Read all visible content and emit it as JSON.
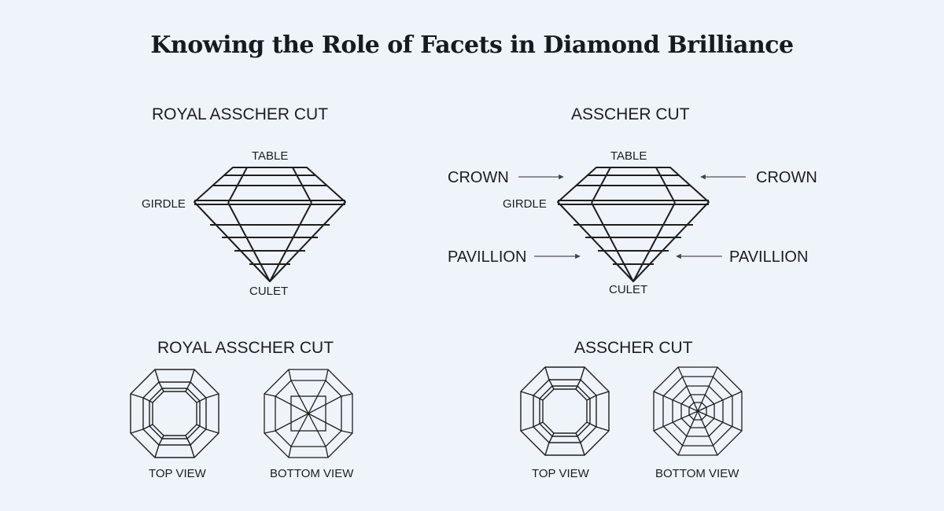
{
  "title": "Knowing the Role of Facets in Diamond Brilliance",
  "side_views": [
    {
      "heading": "ROYAL ASSCHER CUT",
      "table": "TABLE",
      "girdle": "GIRDLE",
      "culet": "CULET"
    },
    {
      "heading": "ASSCHER CUT",
      "table": "TABLE",
      "girdle": "GIRDLE",
      "culet": "CULET",
      "crown_left": "CROWN",
      "crown_right": "CROWN",
      "pavilion_left": "PAVILLION",
      "pavilion_right": "PAVILLION"
    }
  ],
  "face_views": [
    {
      "heading": "ROYAL ASSCHER CUT",
      "top_label": "TOP VIEW",
      "bottom_label": "BOTTOM VIEW"
    },
    {
      "heading": "ASSCHER CUT",
      "top_label": "TOP VIEW",
      "bottom_label": "BOTTOM VIEW"
    }
  ],
  "colors": {
    "background": "#eff4fb",
    "line": "#1e1e1e",
    "arrow": "#555555"
  }
}
